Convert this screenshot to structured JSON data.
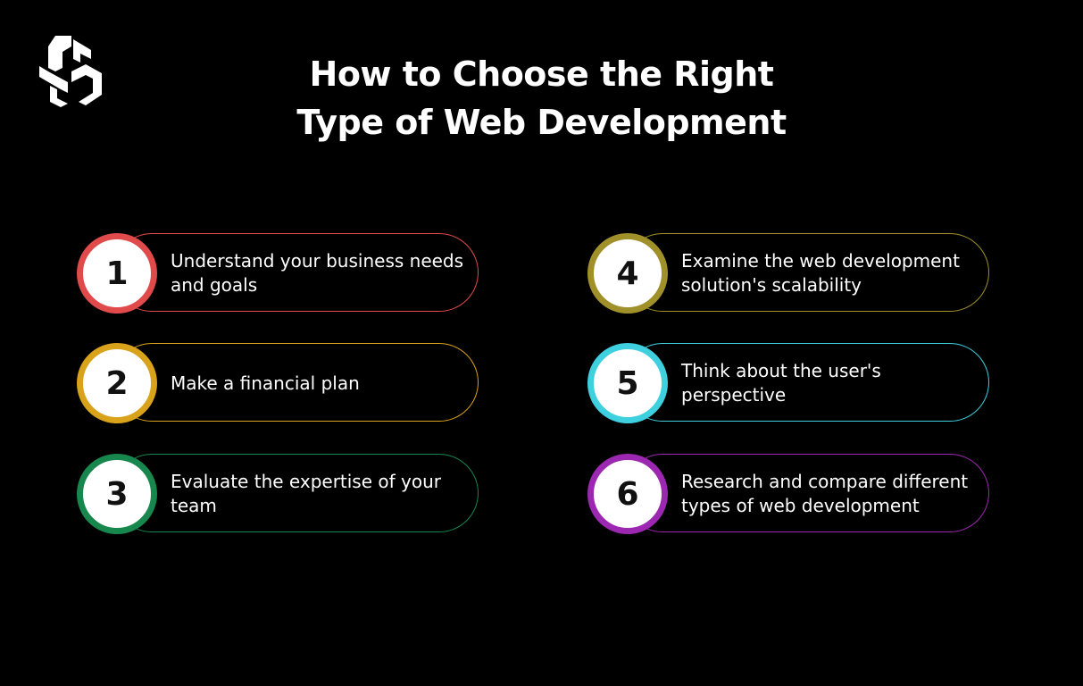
{
  "title": {
    "line1": "How to Choose the Right",
    "line2": "Type of Web Development"
  },
  "logo": {
    "icon": "s-monogram-logo"
  },
  "steps": [
    {
      "number": "1",
      "text": "Understand your business needs and goals",
      "color": "#e04a4a"
    },
    {
      "number": "2",
      "text": "Make a financial plan",
      "color": "#d9a21b"
    },
    {
      "number": "3",
      "text": "Evaluate the expertise of your team",
      "color": "#17874e"
    },
    {
      "number": "4",
      "text": "Examine the web development solution's scalability",
      "color": "#a0902a"
    },
    {
      "number": "5",
      "text": "Think about the user's perspective",
      "color": "#3fd0e0"
    },
    {
      "number": "6",
      "text": "Research and compare different types of web development",
      "color": "#9c27b0"
    }
  ]
}
